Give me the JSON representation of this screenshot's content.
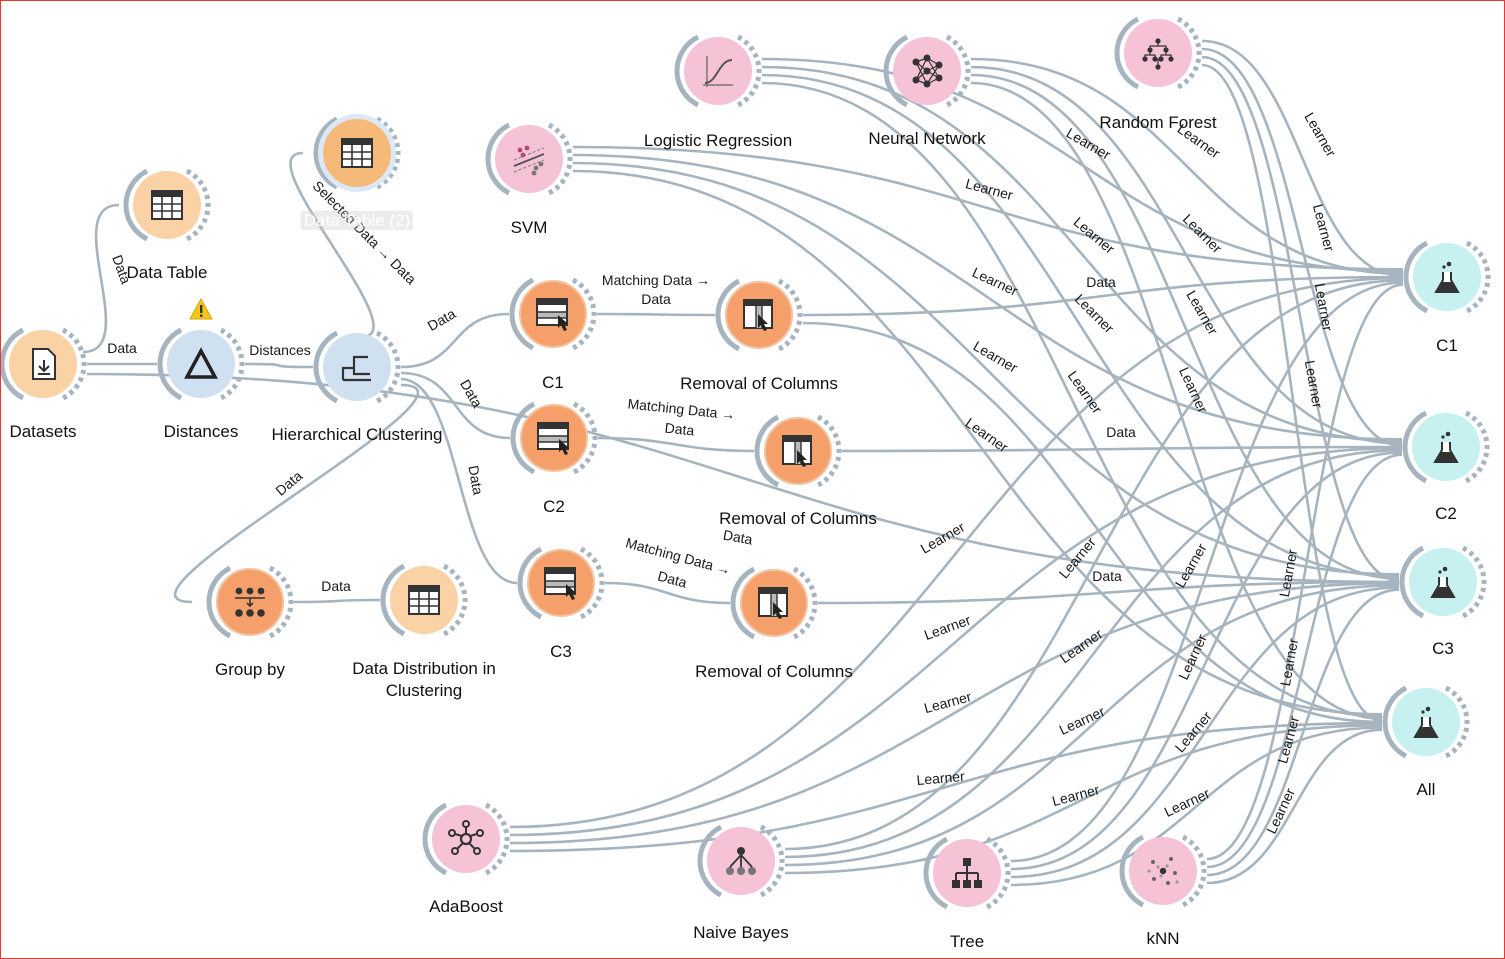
{
  "nodes": {
    "datasets": {
      "label": "Datasets"
    },
    "data_table": {
      "label": "Data Table"
    },
    "distances": {
      "label": "Distances"
    },
    "data_table_2": {
      "label": "Data Table (2)"
    },
    "hierarchical_clustering": {
      "label": "Hierarchical Clustering"
    },
    "svm": {
      "label": "SVM"
    },
    "logistic_regression": {
      "label": "Logistic Regression"
    },
    "neural_network": {
      "label": "Neural Network"
    },
    "random_forest": {
      "label": "Random Forest"
    },
    "c1_select": {
      "label": "C1"
    },
    "c2_select": {
      "label": "C2"
    },
    "c3_select": {
      "label": "C3"
    },
    "removal_1": {
      "label": "Removal of Columns"
    },
    "removal_2": {
      "label": "Removal of Columns"
    },
    "removal_3": {
      "label": "Removal of Columns"
    },
    "group_by": {
      "label": "Group by"
    },
    "data_distribution": {
      "label_line1": "Data Distribution in",
      "label_line2": "Clustering"
    },
    "test_c1": {
      "label": "C1"
    },
    "test_c2": {
      "label": "C2"
    },
    "test_c3": {
      "label": "C3"
    },
    "test_all": {
      "label": "All"
    },
    "adaboost": {
      "label": "AdaBoost"
    },
    "naive_bayes": {
      "label": "Naive Bayes"
    },
    "tree": {
      "label": "Tree"
    },
    "knn": {
      "label": "kNN"
    }
  },
  "edge_labels": {
    "data": "Data",
    "distances": "Distances",
    "learner": "Learner",
    "matching_data_1": "Matching Data →",
    "matching_data_2": "Data",
    "selected_data": "Selected Data → Data"
  },
  "warning_icon": "warning-icon",
  "colors": {
    "link": "#a6b4bf",
    "data_widget": "#f5a06a",
    "model_widget": "#f6c2d6",
    "evaluate_widget": "#c7f0f0",
    "unsupervised_widget": "#cfe1f1",
    "border": "#e53935"
  }
}
